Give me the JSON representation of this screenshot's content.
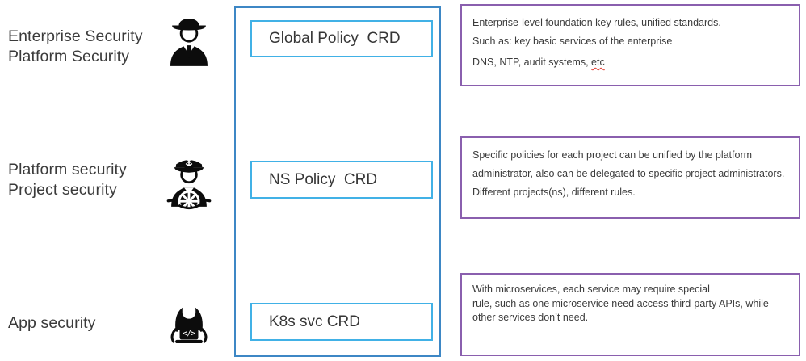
{
  "colors": {
    "outer_box_border": "#3d87c5",
    "inner_box_border": "#41b1e6",
    "panel_border": "#8a5fae",
    "text": "#3b3b3b",
    "icon": "#0c0c0c",
    "misspell_underline": "#e03c31"
  },
  "left_labels": [
    {
      "line1": "Enterprise Security",
      "line2": "Platform Security"
    },
    {
      "line1": "Platform security",
      "line2": "Project security"
    },
    {
      "line1": "App security"
    }
  ],
  "icons": [
    {
      "name": "spy-icon"
    },
    {
      "name": "captain-icon"
    },
    {
      "name": "female-developer-icon",
      "laptop_text": "</>"
    }
  ],
  "crd_column": {
    "boxes": [
      {
        "label": "Global Policy  CRD"
      },
      {
        "label": "NS Policy  CRD"
      },
      {
        "label": "K8s svc CRD"
      }
    ]
  },
  "panels": [
    {
      "lines": [
        "Enterprise-level foundation key rules, unified standards.",
        "Such as: key basic services of the enterprise"
      ],
      "footer_prefix": "DNS, NTP, audit systems, ",
      "footer_word": "etc"
    },
    {
      "lines": [
        "Specific policies for each project can be unified by the platform",
        "administrator, also can be delegated to specific project administrators.",
        "Different projects(ns), different rules."
      ]
    },
    {
      "lines": [
        "With microservices, each service may require special",
        "rule, such as one microservice need access third-party APIs, while",
        "other services don’t need."
      ]
    }
  ]
}
